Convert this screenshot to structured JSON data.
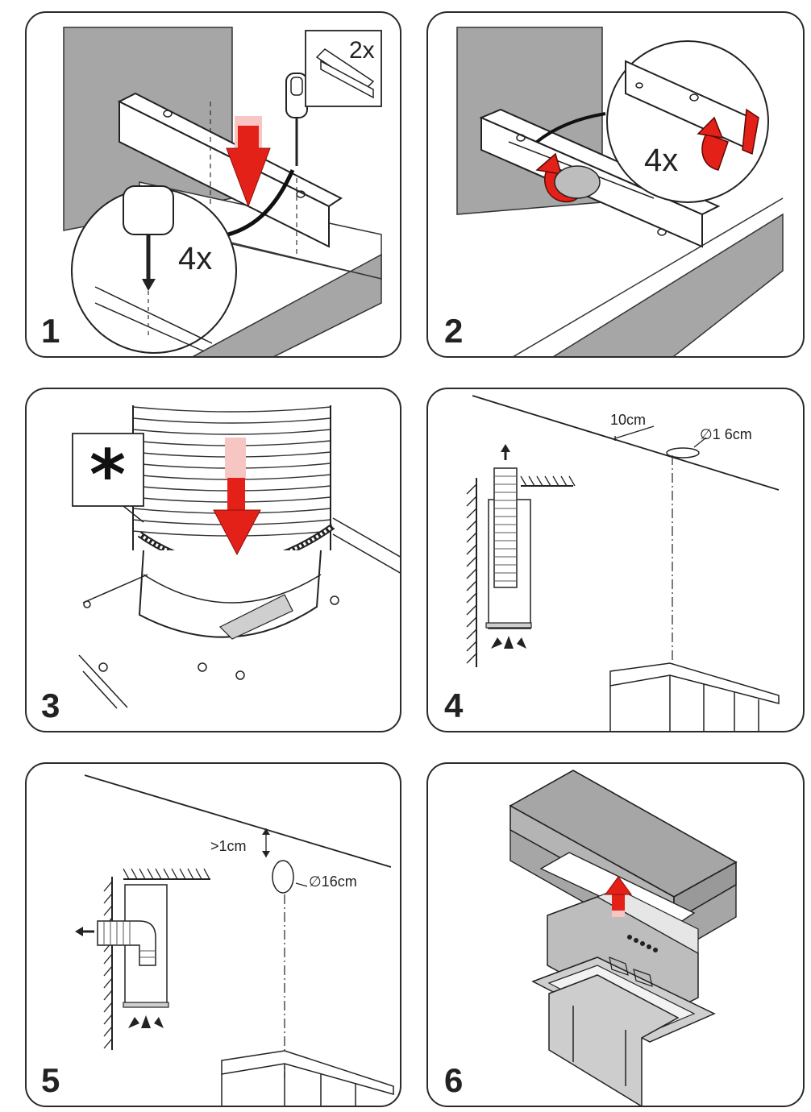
{
  "colors": {
    "accent": "#e32119",
    "wall": "#a7a6a6",
    "line": "#222222"
  },
  "steps": [
    {
      "number": "1",
      "labels": {
        "count_kit": "2x",
        "count_screws": "4x"
      }
    },
    {
      "number": "2",
      "labels": {
        "count_straps": "4x"
      }
    },
    {
      "number": "3",
      "labels": {
        "note_symbol": "*"
      }
    },
    {
      "number": "4",
      "labels": {
        "distance": "10cm",
        "diameter": "∅1 6cm"
      }
    },
    {
      "number": "5",
      "labels": {
        "distance": ">1cm",
        "diameter": "∅16cm"
      }
    },
    {
      "number": "6",
      "labels": {}
    }
  ]
}
